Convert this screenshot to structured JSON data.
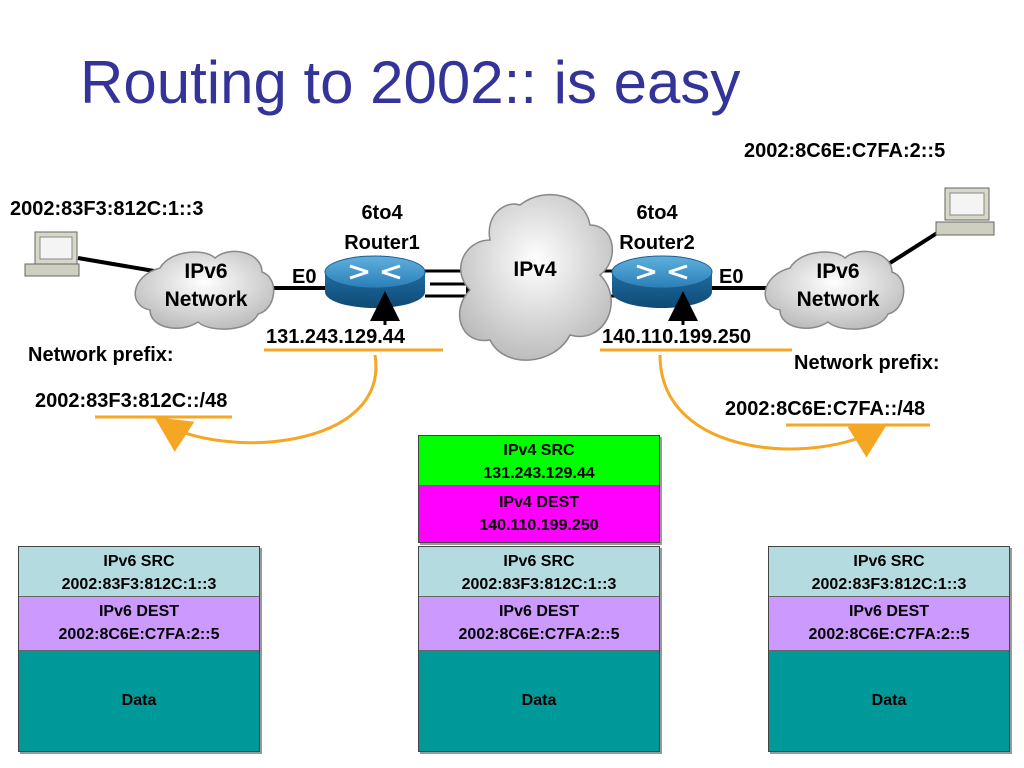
{
  "title": "Routing to 2002:: is easy",
  "host_left": {
    "address": "2002:83F3:812C:1::3",
    "network": "IPv6\nNetwork",
    "interface": "E0",
    "prefix_label": "Network prefix:",
    "prefix": "2002:83F3:812C::/48"
  },
  "host_right": {
    "address": "2002:8C6E:C7FA:2::5",
    "network": "IPv6\nNetwork",
    "interface": "E0",
    "prefix_label": "Network prefix:",
    "prefix": "2002:8C6E:C7FA::/48"
  },
  "router1": {
    "line1": "6to4",
    "line2": "Router1",
    "ipv4": "131.243.129.44"
  },
  "router2": {
    "line1": "6to4",
    "line2": "Router2",
    "ipv4": "140.110.199.250"
  },
  "ipv4_cloud": "IPv4",
  "packets": {
    "left": {
      "v6src_label": "IPv6 SRC",
      "v6src": "2002:83F3:812C:1::3",
      "v6dst_label": "IPv6 DEST",
      "v6dst": "2002:8C6E:C7FA:2::5",
      "data": "Data"
    },
    "middle": {
      "v4src_label": "IPv4 SRC",
      "v4src": "131.243.129.44",
      "v4dst_label": "IPv4 DEST",
      "v4dst": "140.110.199.250",
      "v6src_label": "IPv6 SRC",
      "v6src": "2002:83F3:812C:1::3",
      "v6dst_label": "IPv6 DEST",
      "v6dst": "2002:8C6E:C7FA:2::5",
      "data": "Data"
    },
    "right": {
      "v6src_label": "IPv6 SRC",
      "v6src": "2002:83F3:812C:1::3",
      "v6dst_label": "IPv6 DEST",
      "v6dst": "2002:8C6E:C7FA:2::5",
      "data": "Data"
    }
  },
  "colors": {
    "title": "#333399",
    "accent_line": "#f5a623",
    "ipv4_src": "#00ff00",
    "ipv4_dest": "#ff00ff",
    "ipv6_src": "#b4dce0",
    "ipv6_dest": "#cc99ff",
    "data": "#009999"
  }
}
